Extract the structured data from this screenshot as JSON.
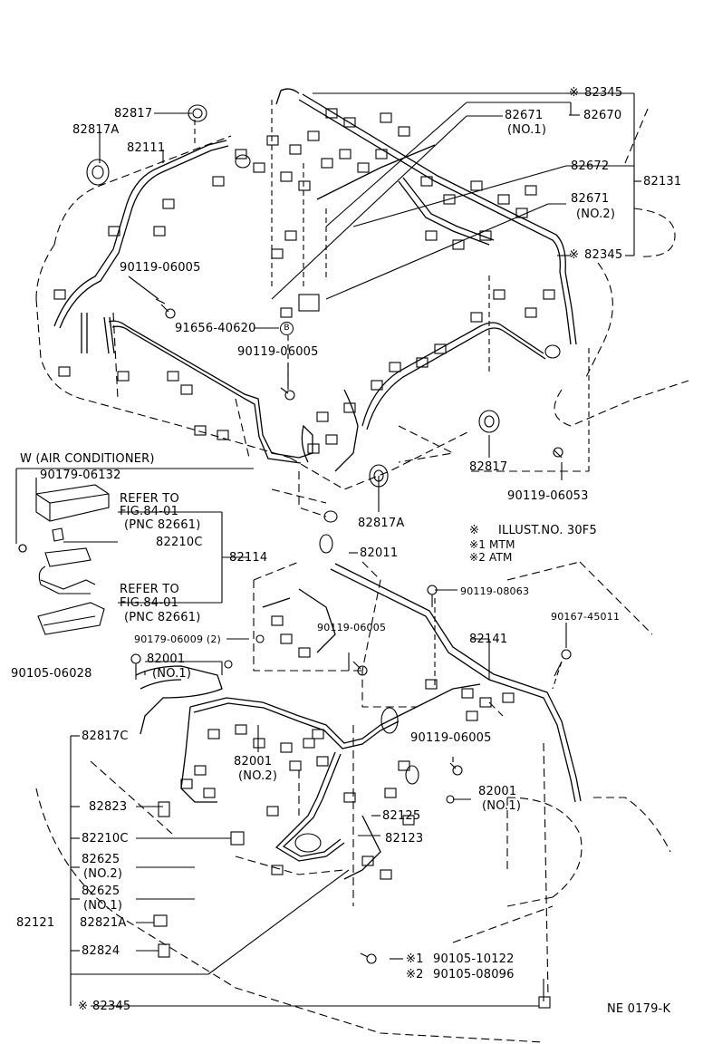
{
  "labels": {
    "l82817_top": "82817",
    "l82817A_top": "82817A",
    "l82111": "82111",
    "l82345_a_mark": "※",
    "l82345_a": "82345",
    "l82671_1": "82671",
    "l82671_1_no": "(NO.1)",
    "l82670": "82670",
    "l82672": "82672",
    "l82131": "82131",
    "l82671_2": "82671",
    "l82671_2_no": "(NO.2)",
    "l82345_b_mark": "※",
    "l82345_b": "82345",
    "l90119_06005_a": "90119-06005",
    "l91656_40620": "91656-40620",
    "l91656_circ": "B",
    "l90119_06005_b": "90119-06005",
    "l82817_mid": "82817",
    "l90119_06053": "90119-06053",
    "l82817A_mid": "82817A",
    "l_w_ac": "W (AIR CONDITIONER)",
    "l90179_06132": "90179-06132",
    "l_refer1": "REFER TO",
    "l_fig1": "FIG.84-01",
    "l_pnc1": "(PNC 82661)",
    "l82210C_a": "82210C",
    "l82114": "82114",
    "l_refer2": "REFER TO",
    "l_fig2": "FIG.84-01",
    "l_pnc2": "(PNC 82661)",
    "legend_mark0": "※",
    "legend_text0": "ILLUST.NO. 30F5",
    "legend_mark1": "※1",
    "legend_text1": "MTM",
    "legend_mark2": "※2",
    "legend_text2": "ATM",
    "l82011": "82011",
    "l90119_08063": "90119-08063",
    "l90167_45011": "90167-45011",
    "l90179_06009": "90179-06009 (2)",
    "l90119_06005_c": "90119-06005",
    "l82001_1": "82001",
    "l82001_1_no": "(NO.1)",
    "l90105_06028": "90105-06028",
    "l82141": "82141",
    "l82817C": "82817C",
    "l82001_2": "82001",
    "l82001_2_no": "(NO.2)",
    "l90119_06005_d": "90119-06005",
    "l82001_3": "82001",
    "l82001_3_no": "(NO.1)",
    "l82823": "82823",
    "l82125": "82125",
    "l82123": "82123",
    "l82210C_b": "82210C",
    "l82625_2": "82625",
    "l82625_2_no": "(NO.2)",
    "l82625_1": "82625",
    "l82625_1_no": "(NO.1)",
    "l82121": "82121",
    "l82821A": "82821A",
    "l82824": "82824",
    "l_bolt1_mark": "※1",
    "l90105_10122": "90105-10122",
    "l_bolt2_mark": "※2",
    "l90105_08096": "90105-08096",
    "l82345_c_mark": "※",
    "l82345_c": "82345",
    "l_code": "NE 0179-K"
  }
}
